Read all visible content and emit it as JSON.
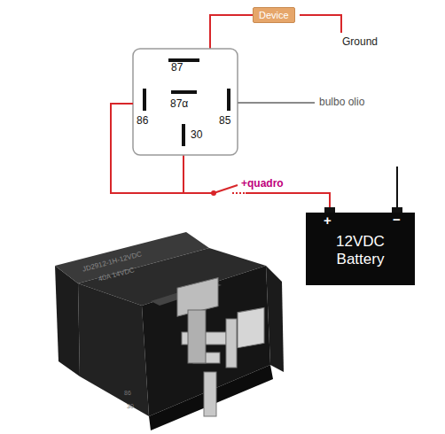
{
  "diagram": {
    "nodes": [
      {
        "text": [
          "87",
          "87α",
          "86",
          "85",
          "30"
        ]
      },
      {
        "text": [
          "Device"
        ]
      },
      {
        "text": [
          "12VDC Battery"
        ]
      }
    ],
    "edges": [
      {
        "from": 0,
        "to": 1,
        "arrow": "none"
      },
      {
        "from": 0,
        "to": 2,
        "arrow": "none"
      }
    ],
    "labels": [
      "Ground",
      "bulbo olio",
      "+quadro",
      "+",
      "−",
      "JD2912-1H-12VDC",
      "40A 14VDC",
      "86",
      "30"
    ]
  }
}
